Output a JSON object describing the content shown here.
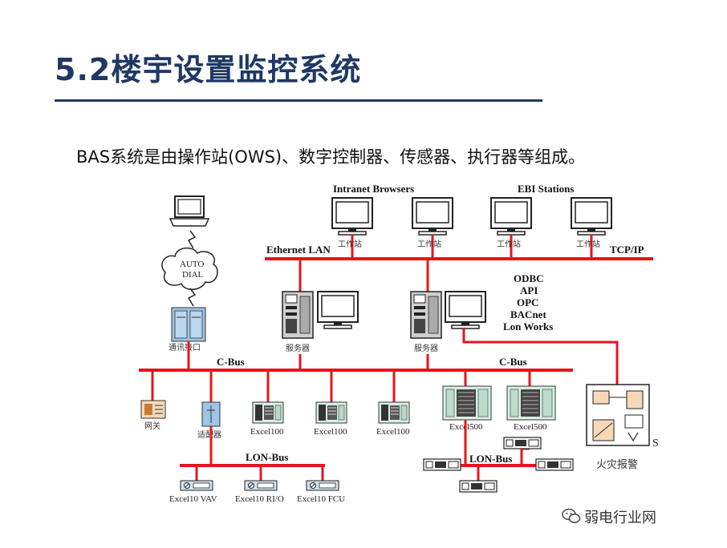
{
  "title": "5.2楼宇设置监控系统",
  "subtitle": "BAS系统是由操作站(OWS)、数字控制器、传感器、执行器等组成。",
  "diagram": {
    "intranet_label": "Intranet Browsers",
    "ebi_label": "EBI Stations",
    "ethernet_label": "Ethernet LAN",
    "tcpip_label": "TCP/IP",
    "workstation_label": "工作站",
    "server_label": "服务器",
    "protocols": [
      "ODBC",
      "API",
      "OPC",
      "BACnet",
      "Lon Works"
    ],
    "auto_dial_line1": "AUTO",
    "auto_dial_line2": "DIAL",
    "comm_interface": "通讯接口",
    "cbus_left": "C-Bus",
    "cbus_right": "C-Bus",
    "gateway": "网关",
    "adapter": "适配器",
    "excel100": "Excel100",
    "excel500": "Excel500",
    "lonbus_left": "LON-Bus",
    "lonbus_right": "LON-Bus",
    "excel10_vav": "Excel10 VAV",
    "excel10_rio": "Excel10 RI/O",
    "excel10_fcu": "Excel10 FCU",
    "fire_alarm": "火灾报警",
    "s_mark": "S"
  },
  "colors": {
    "bus": "#e8141b",
    "title": "#1f3864",
    "device_blue": "#9ec4e6",
    "device_green": "#cfe3d6"
  },
  "watermark": "弱电行业网"
}
